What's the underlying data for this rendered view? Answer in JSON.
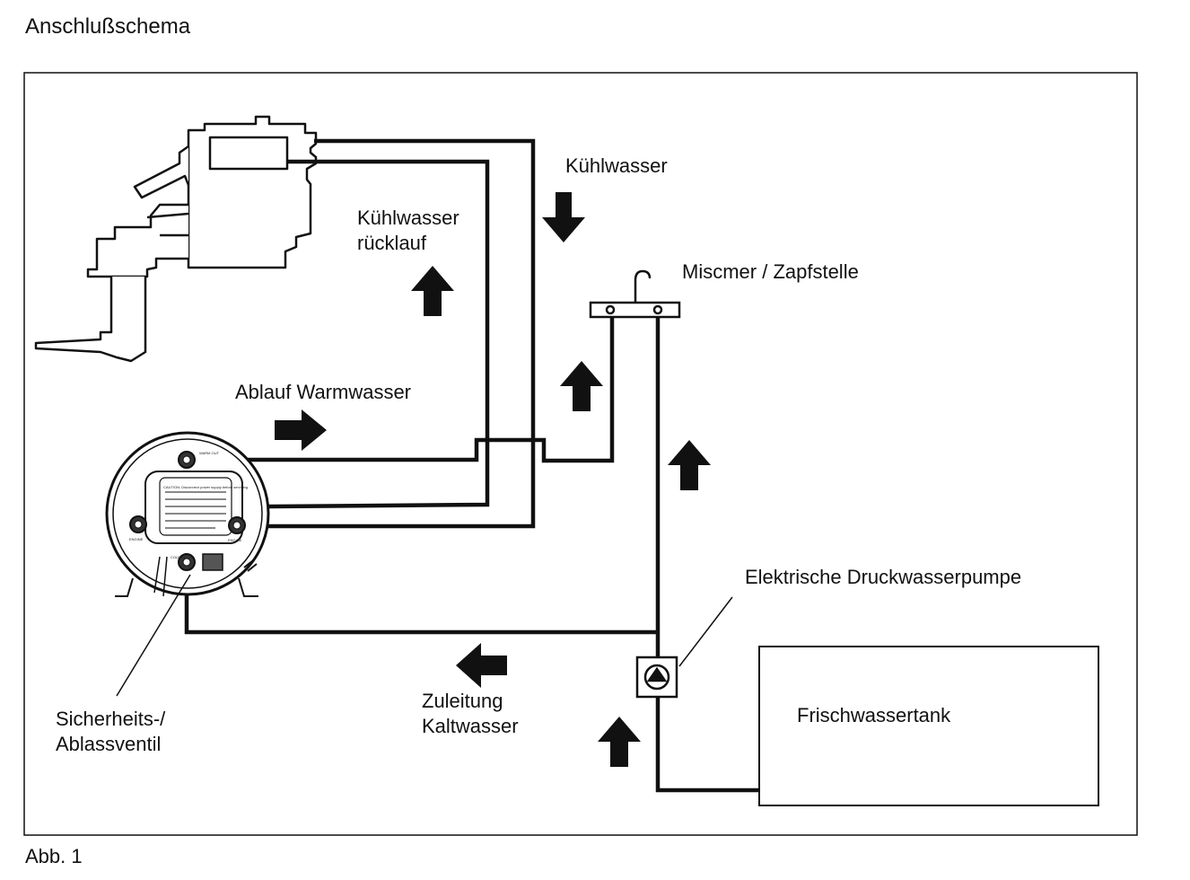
{
  "header": {
    "title": "Anschlußschema"
  },
  "footer": {
    "caption": "Abb. 1"
  },
  "labels": {
    "coolant": "Kühlwasser",
    "coolant_return_1": "Kühlwasser",
    "coolant_return_2": "rücklauf",
    "mixer": "Miscmer / Zapfstelle",
    "hot_drain": "Ablauf Warmwasser",
    "pump": "Elektrische Druckwasserpumpe",
    "cold_feed_1": "Zuleitung",
    "cold_feed_2": "Kaltwasser",
    "valve_1": "Sicherheits-/",
    "valve_2": "Ablassventil",
    "tank": "Frischwassertank"
  },
  "boiler_markings": {
    "warm_out": "WARM OUT",
    "engine_left": "ENGINE",
    "engine_right": "ENGINE",
    "cold_in": "COLD IN",
    "caution": "CAUTION: Disconnect power supply before servicing"
  },
  "colors": {
    "line": "#111111",
    "background": "#ffffff"
  },
  "arrows": [
    {
      "name": "coolant-arrow",
      "direction": "down"
    },
    {
      "name": "coolant-return-arrow",
      "direction": "up"
    },
    {
      "name": "hot-drain-arrow",
      "direction": "right"
    },
    {
      "name": "mixer-arrow-left",
      "direction": "up"
    },
    {
      "name": "mixer-arrow-right",
      "direction": "up"
    },
    {
      "name": "cold-feed-arrow",
      "direction": "left"
    },
    {
      "name": "tank-arrow",
      "direction": "up"
    }
  ]
}
